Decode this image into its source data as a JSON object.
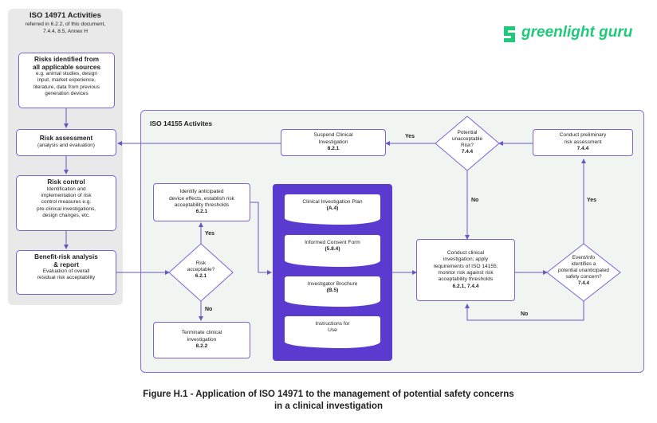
{
  "logo": {
    "text": "greenlight guru",
    "color": "#1fc97a"
  },
  "left": {
    "title": "ISO 14971 Activities",
    "subtitle": [
      "referred in 6.2.2, of this document,",
      "7.4.4, 8.5, Annex H"
    ],
    "boxes": [
      {
        "title": [
          "Risks identified from",
          "all applicable sources"
        ],
        "body": [
          "e.g. animal studies, design",
          "input, market experience,",
          "literature, data from previous",
          "generation devices"
        ]
      },
      {
        "title": [
          "Risk assessment"
        ],
        "body": [
          "(analysis and evaluation)"
        ]
      },
      {
        "title": [
          "Risk control"
        ],
        "body": [
          "Identification and",
          "implementation of risk",
          "control measures e.g.",
          "pre-clinical investigations,",
          "design changes, etc."
        ]
      },
      {
        "title": [
          "Benefit-risk analysis",
          "& report"
        ],
        "body": [
          "Evaluation of overall",
          "residual risk acceptability"
        ]
      }
    ]
  },
  "panel": {
    "title": "ISO 14155 Activites",
    "suspend": {
      "text": [
        "Suspend Clinical",
        "Investigation"
      ],
      "ref": "8.2.1"
    },
    "potential": {
      "text": [
        "Potential",
        "unacceptable",
        "Risk?"
      ],
      "ref": "7.4.4"
    },
    "preliminary": {
      "text": [
        "Conduct preliminary",
        "risk assessment"
      ],
      "ref": "7.4.4"
    },
    "identify": {
      "text": [
        "Identify anticipated",
        "device effects, establish risk",
        "acceptability thresholds"
      ],
      "ref": "6.2.1"
    },
    "riskacc": {
      "text": [
        "Risk",
        "acceptable?"
      ],
      "ref": "6.2.1"
    },
    "terminate": {
      "text": [
        "Terminate clinical",
        "investigation"
      ],
      "ref": "8.2.2"
    },
    "conduct": {
      "text": [
        "Conduct clinical",
        "investigation; apply",
        "requirements of ISO 14155;",
        "monitor risk against risk",
        "acceptability thresholds"
      ],
      "ref": "6.2.1, 7.4.4"
    },
    "event": {
      "text": [
        "Event/info",
        "identifies a",
        "potential unanticipated",
        "safety concern?"
      ],
      "ref": "7.4.4"
    },
    "docs": [
      {
        "text": [
          "Clinical Investigation Plan"
        ],
        "ref": "(A.4)"
      },
      {
        "text": [
          "Informed Consent Form"
        ],
        "ref": "(5.8.4)"
      },
      {
        "text": [
          "Investigator Brochure"
        ],
        "ref": "(B.5)"
      },
      {
        "text": [
          "Instructions for",
          "Use"
        ],
        "ref": ""
      }
    ],
    "labels": {
      "yes1": "Yes",
      "no1": "No",
      "yes2": "Yes",
      "no2": "No",
      "yes3": "Yes",
      "no3": "No"
    }
  },
  "caption": [
    "Figure H.1 - Application of ISO 14971 to the management of potential safety concerns",
    "in a clinical investigation"
  ]
}
